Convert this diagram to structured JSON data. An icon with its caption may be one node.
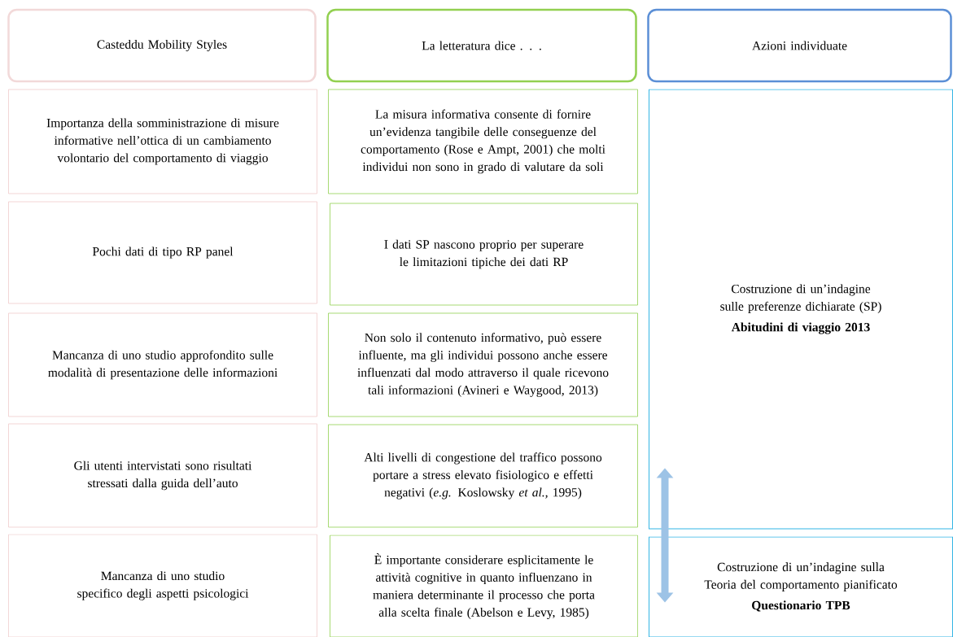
{
  "diagram": {
    "nodes": [
      {
        "text": [
          "Casteddu Mobility Styles"
        ]
      },
      {
        "text": [
          "La letteratura  dice . . ."
        ]
      },
      {
        "text": [
          "Azioni individuate"
        ]
      },
      {
        "text": [
          "Importanza della somministrazione  di misure informative nell’ottica di un cambiamento volontario del comportamento  di viaggio"
        ]
      },
      {
        "text": [
          "Pochi dati di tipo RP panel"
        ]
      },
      {
        "text": [
          "Mancanza di uno studio approfondito sulle modalità di presentazione  delle informazioni"
        ]
      },
      {
        "text": [
          "Gli utenti intervistati sono risultati stressati dalla guida dell’auto"
        ]
      },
      {
        "text": [
          "Mancanza di uno studio specifico degli aspetti psicologici"
        ]
      },
      {
        "text": [
          "La misura  informativa  consente di fornire un’evidenza tangibile delle conseguenze del comportamento  (Rose e Ampt, 2001) che molti individui non sono in grado di valutare da soli"
        ]
      },
      {
        "text": [
          "I dati SP nascono proprio  per superare le limitazioni tipiche dei dati RP"
        ]
      },
      {
        "text": [
          "Non solo il  contenuto informativo,  può essere influente, ma gli individui possono anche essere influenzati  dal modo attraverso il quale ricevono tali informazioni  (Avineri  e Waygood, 2013)"
        ]
      },
      {
        "text": [
          "Alti livelli  di congestione  del traffico possono portare a stress  elevato fisiologico  e effetti negativi  (*e.g.* Koslowsky *et al.*, 1995)"
        ]
      },
      {
        "text": [
          "È importante considerare esplicitamente  le attività cognitive in quanto influenzano in maniera determinante il processo che porta alla scelta finale (Abelson e Levy, 1985)"
        ]
      },
      {
        "text": [
          "Costruzione di un’indagine sulle preferenze dichiarate (SP)",
          "Abitudini di viaggio 2013"
        ]
      },
      {
        "text": [
          "Costruzione di un’indagine sulla Teoria del comportamento  pianificato",
          "Questionario  TPB"
        ]
      }
    ],
    "edges": [
      {
        "from": 13,
        "to": 14,
        "arrow": "both"
      }
    ]
  }
}
